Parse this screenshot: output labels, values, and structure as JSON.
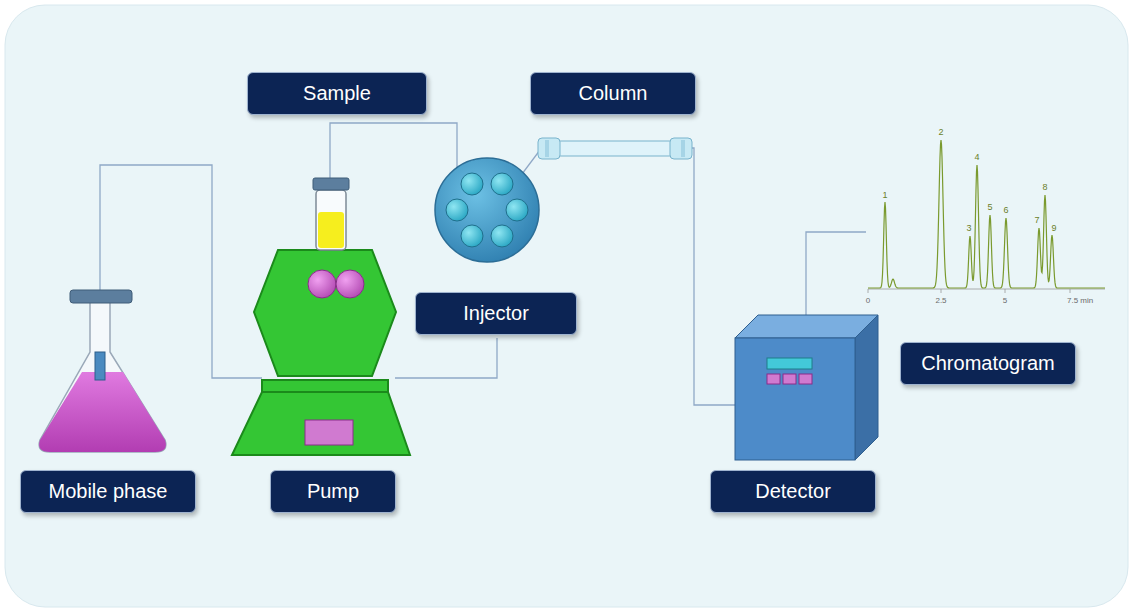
{
  "diagram": {
    "nodes": [
      {
        "text": [
          "Sample"
        ]
      },
      {
        "text": [
          "Column"
        ]
      },
      {
        "text": [
          "Injector"
        ]
      },
      {
        "text": [
          "Chromatogram"
        ]
      },
      {
        "text": [
          "Mobile phase"
        ]
      },
      {
        "text": [
          "Pump"
        ]
      },
      {
        "text": [
          "Detector"
        ]
      }
    ],
    "labels": [
      "1",
      "2",
      "3",
      "4",
      "5",
      "6",
      "7",
      "8",
      "9",
      "0",
      "2.5",
      "5",
      "7.5 min"
    ]
  }
}
